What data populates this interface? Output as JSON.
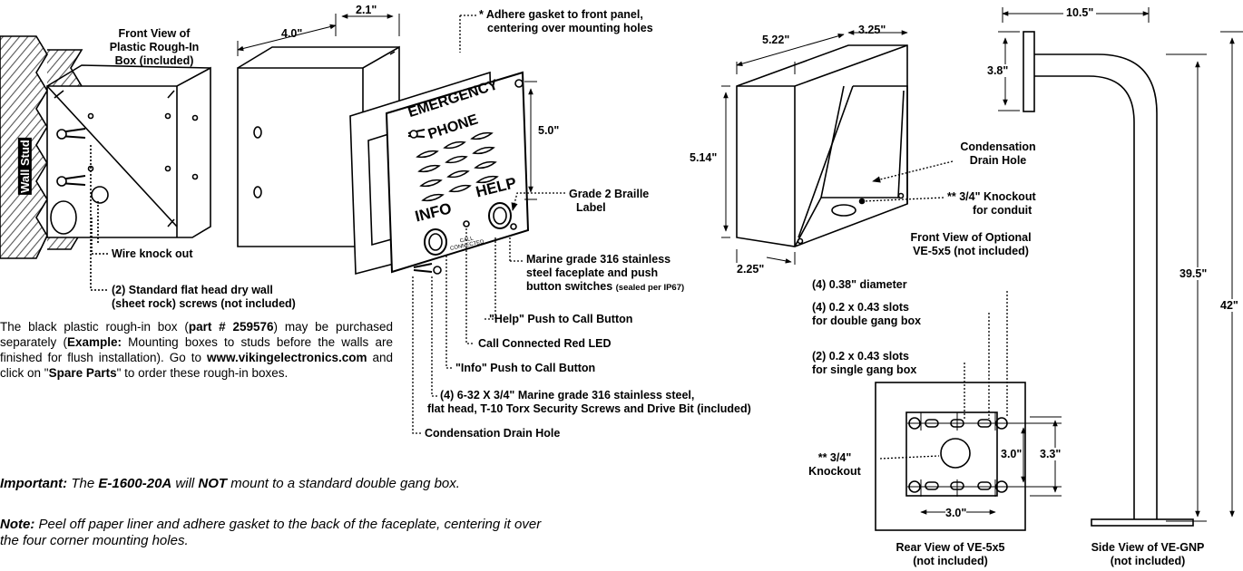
{
  "rough_in": {
    "title_lines": [
      "Front View of",
      "Plastic Rough-In",
      "Box (included)"
    ],
    "wall_stud": "Wall Stud",
    "wire_knockout": "Wire knock out",
    "screws_lines": [
      "(2) Standard flat head dry wall",
      "(sheet rock) screws (not included)"
    ]
  },
  "phone": {
    "dim_width": "4.0\"",
    "dim_depth": "2.1\"",
    "dim_height": "5.0\"",
    "gasket_note_lines": [
      "* Adhere gasket to front panel,",
      "centering over mounting holes"
    ],
    "braille_lines": [
      "Grade 2 Braille",
      "Label"
    ],
    "marine_lines": [
      "Marine grade 316 stainless",
      "steel faceplate and push",
      "button switches"
    ],
    "sealed": "(sealed per IP67)",
    "help_callout": "\"Help\" Push to Call Button",
    "led_callout": "Call Connected Red LED",
    "info_callout": "\"Info\" Push to Call Button",
    "screws_lines": [
      "(4) 6-32 X 3/4\" Marine grade 316 stainless steel,",
      "flat head, T-10 Torx Security Screws and Drive Bit (included)"
    ],
    "drain_callout": "Condensation Drain Hole",
    "face_emergency": "EMERGENCY",
    "face_phone": "PHONE",
    "face_help": "HELP",
    "face_info": "INFO",
    "face_call": "CALL",
    "face_connected": "CONNECTED"
  },
  "note": {
    "text_1": "The black plastic rough-in box (",
    "part": "part # 259576",
    "text_2": ") may be purchased separately (",
    "example": "Example:",
    "text_3": " Mounting boxes to studs before the walls are finished for flush installation). Go to ",
    "url": "www.vikingelectronics.com",
    "text_4": " and click on \"",
    "spare": "Spare Parts",
    "text_5": "\" to order these rough-in boxes."
  },
  "important": {
    "label": "Important:",
    "text_1": " The ",
    "model": "E-1600-20A",
    "text_2": " will ",
    "not": "NOT",
    "text_3": " mount to a standard double gang box."
  },
  "note2": {
    "label": "Note:",
    "line_1": " Peel off paper liner and adhere gasket to the back of the faceplate, centering it over",
    "line_2": "the four corner mounting holes."
  },
  "ve5x5_front": {
    "dim_width": "5.22\"",
    "dim_depth": "3.25\"",
    "dim_height": "5.14\"",
    "dim_bottom": "2.25\"",
    "drain_lines": [
      "Condensation",
      "Drain Hole"
    ],
    "knockout_lines": [
      "** 3/4\" Knockout",
      "for conduit"
    ],
    "caption_lines": [
      "Front View of Optional",
      "VE-5x5 (not included)"
    ]
  },
  "ve5x5_rear": {
    "diameter": "(4) 0.38\" diameter",
    "double_lines": [
      "(4) 0.2 x 0.43 slots",
      "for double gang box"
    ],
    "single_lines": [
      "(2) 0.2 x 0.43 slots",
      "for single gang box"
    ],
    "knockout_lines": [
      "** 3/4\"",
      "Knockout"
    ],
    "dim_inner_h": "3.0\"",
    "dim_outer_h": "3.3\"",
    "dim_w": "3.0\"",
    "caption_lines": [
      "Rear View of VE-5x5",
      "(not included)"
    ]
  },
  "ve_gnp": {
    "dim_reach": "10.5\"",
    "dim_plate": "3.8\"",
    "dim_height": "39.5\"",
    "dim_total": "42\"",
    "caption_lines": [
      "Side View of VE-GNP",
      "(not included)"
    ]
  }
}
